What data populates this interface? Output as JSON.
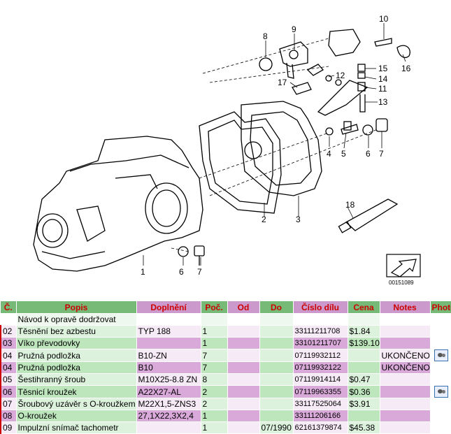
{
  "diagram": {
    "callouts": [
      "1",
      "2",
      "3",
      "4",
      "5",
      "6",
      "7",
      "8",
      "9",
      "10",
      "11",
      "12",
      "13",
      "14",
      "15",
      "16",
      "17",
      "18",
      "6",
      "7"
    ],
    "image_code": "00151089"
  },
  "table": {
    "headers": [
      "Č.",
      "Popis",
      "Doplnění",
      "Poč.",
      "Od",
      "Do",
      "Číslo dílu",
      "Cena",
      "Notes",
      "Photo"
    ],
    "rows": [
      {
        "num": "",
        "desc": "Návod k opravě dodržovat",
        "extra": "",
        "qty": "",
        "from": "",
        "to": "",
        "part": "",
        "price": "",
        "notes": "",
        "photo": false
      },
      {
        "num": "02",
        "desc": "Těsnění bez azbestu",
        "extra": "TYP 188",
        "qty": "1",
        "from": "",
        "to": "",
        "part": "33111211708",
        "price": "$1.84",
        "notes": "",
        "photo": false
      },
      {
        "num": "03",
        "desc": "Víko převodovky",
        "extra": "",
        "qty": "1",
        "from": "",
        "to": "",
        "part": "33101211707",
        "price": "$139.10",
        "notes": "",
        "photo": false
      },
      {
        "num": "04",
        "desc": "Pružná podložka",
        "extra": "B10-ZN",
        "qty": "7",
        "from": "",
        "to": "",
        "part": "07119932112",
        "price": "",
        "notes": "UKONČENO",
        "photo": true
      },
      {
        "num": "04",
        "desc": "Pružná podložka",
        "extra": "B10",
        "qty": "7",
        "from": "",
        "to": "",
        "part": "07119932122",
        "price": "",
        "notes": "UKONČENO",
        "photo": false
      },
      {
        "num": "05",
        "desc": "Šestihranný šroub",
        "extra": "M10X25-8.8 ZN",
        "qty": "8",
        "from": "",
        "to": "",
        "part": "07119914114",
        "price": "$0.47",
        "notes": "",
        "photo": false
      },
      {
        "num": "06",
        "desc": "Těsnicí kroužek",
        "extra": "A22X27-AL",
        "qty": "2",
        "from": "",
        "to": "",
        "part": "07119963355",
        "price": "$0.36",
        "notes": "",
        "photo": true
      },
      {
        "num": "07",
        "desc": "Šroubový uzávěr s O-kroužkem",
        "extra": "M22X1,5-ZNS3",
        "qty": "2",
        "from": "",
        "to": "",
        "part": "33117525064",
        "price": "$3.91",
        "notes": "",
        "photo": false
      },
      {
        "num": "08",
        "desc": "O-kroužek",
        "extra": "27,1X22,3X2,4",
        "qty": "1",
        "from": "",
        "to": "",
        "part": "33111206166",
        "price": "",
        "notes": "",
        "photo": false
      },
      {
        "num": "09",
        "desc": "Impulzní snímač tachometr",
        "extra": "",
        "qty": "1",
        "from": "",
        "to": "07/1990",
        "part": "62161379874",
        "price": "$45.38",
        "notes": "",
        "photo": false
      }
    ]
  }
}
